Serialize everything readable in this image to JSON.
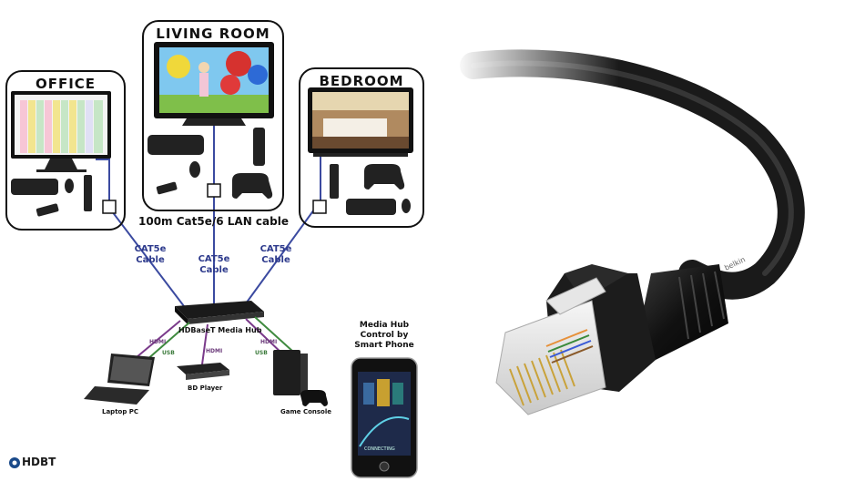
{
  "rooms": {
    "office": "OFFICE",
    "living_room": "LIVING ROOM",
    "bedroom": "BEDROOM"
  },
  "lan_cable_label": "100m Cat5e/6 LAN cable",
  "cables": {
    "left_line1": "CAT5e",
    "left_line2": "Cable",
    "center_line1": "CAT5e",
    "center_line2": "Cable",
    "right_line1": "CAT5e",
    "right_line2": "Cable"
  },
  "hub_label": "HDBaseT Media Hub",
  "port_labels": {
    "hdmi_left": "HDMI",
    "usb_left": "USB",
    "hdmi_center": "HDMI",
    "hdmi_right": "HDMI",
    "usb_right": "USB"
  },
  "devices": {
    "laptop": "Laptop PC",
    "bd_player": "BD Player",
    "game_console": "Game Console"
  },
  "phone_caption": {
    "line1": "Media Hub",
    "line2": "Control by",
    "line3": "Smart Phone"
  },
  "phone_screen_text": "CONNECTING",
  "logo": "HDBT",
  "cable_brand_text": "belkin",
  "colors": {
    "cat5e_line": "#3b4aa0",
    "hdmi_line": "#7a3a8a",
    "usb_line": "#3f8a3f",
    "cable_jacket": "#1a1a1a"
  }
}
